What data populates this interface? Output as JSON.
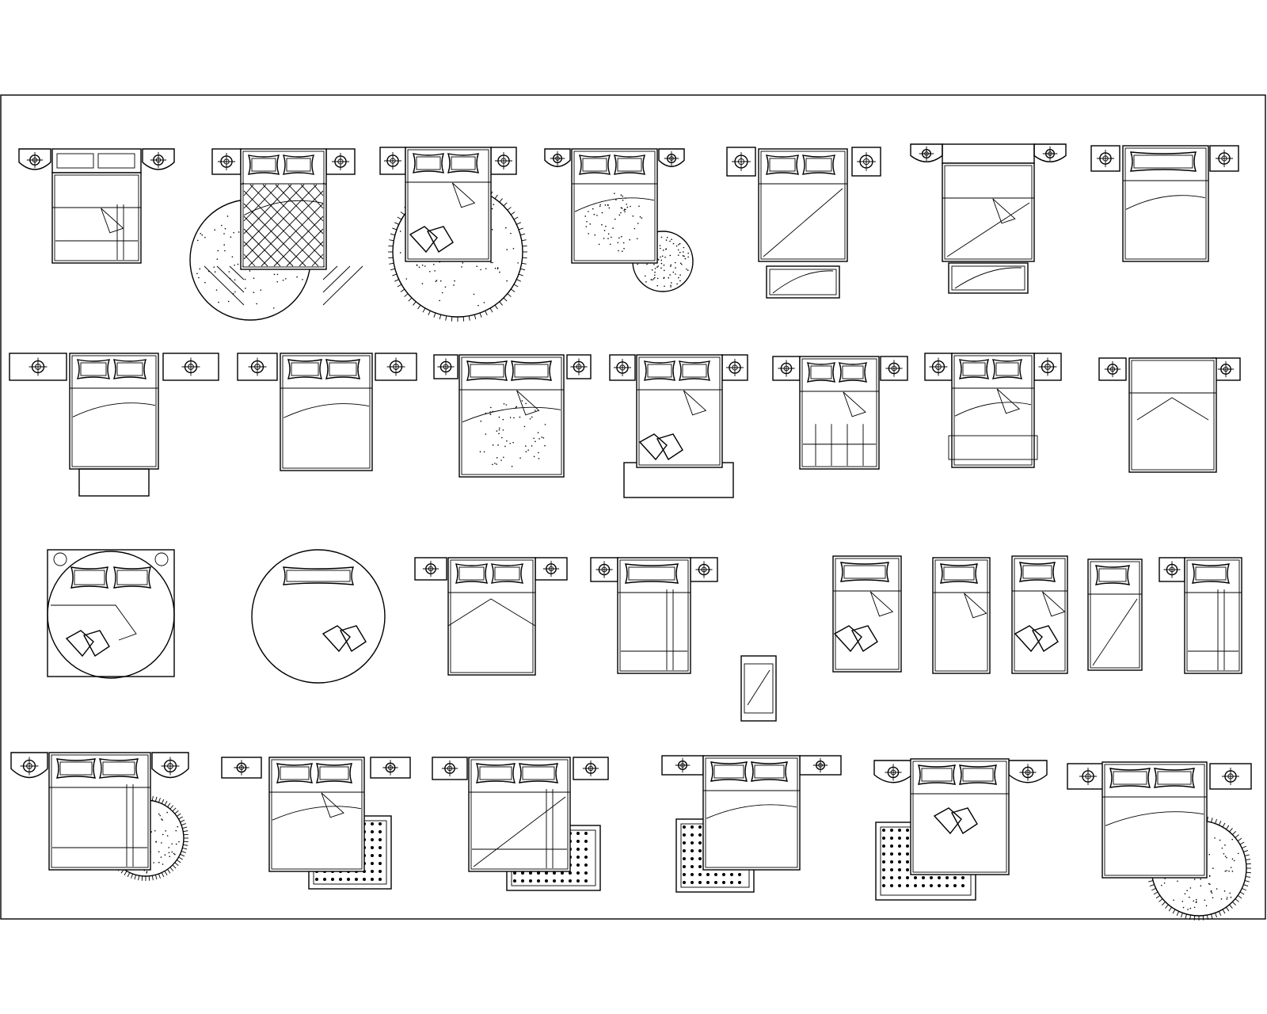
{
  "sheet": {
    "background": "#ffffff",
    "line_color": "#000000",
    "title": ""
  },
  "rows": [
    {
      "name": "row-1",
      "count": 7
    },
    {
      "name": "row-2",
      "count": 7
    },
    {
      "name": "row-3",
      "count": 9
    },
    {
      "name": "row-4",
      "count": 6
    }
  ]
}
